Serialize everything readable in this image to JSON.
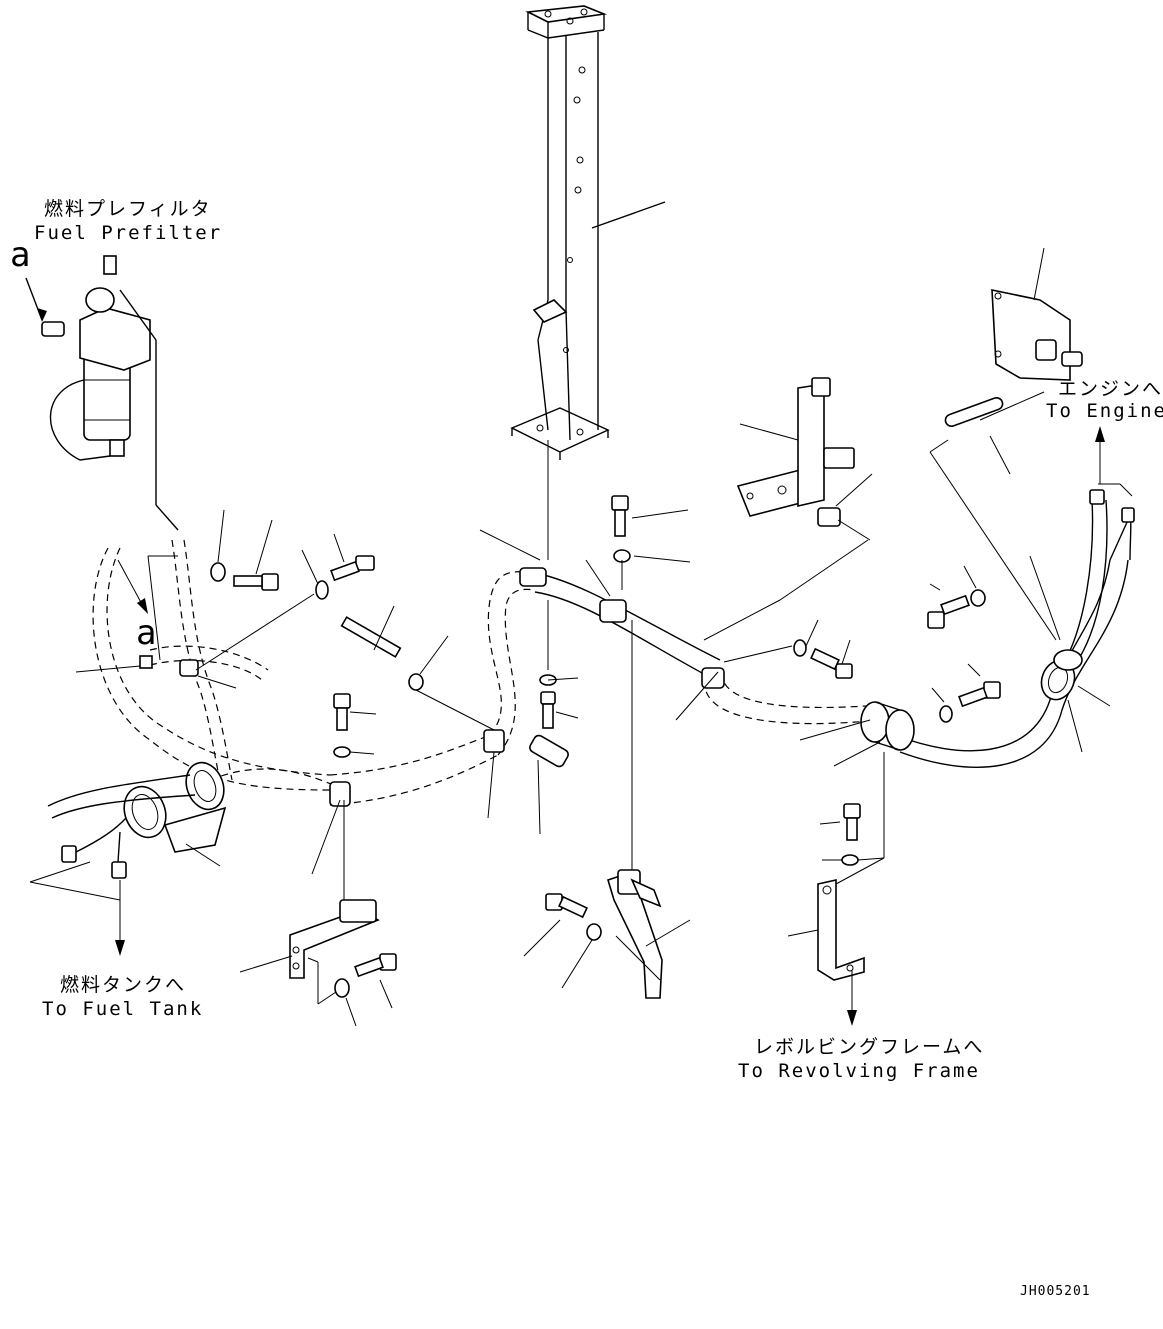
{
  "labels": {
    "fuel_prefilter_jp": "燃料プレフィルタ",
    "fuel_prefilter_en": "Fuel Prefilter",
    "to_engine_jp": "エンジンへ",
    "to_engine_en": "To Engine",
    "to_fuel_tank_jp": "燃料タンクへ",
    "to_fuel_tank_en": "To Fuel Tank",
    "to_revolving_frame_jp": "レボルビングフレームへ",
    "to_revolving_frame_en": "To Revolving Frame",
    "ref_a_top": "a",
    "ref_a_bottom": "a",
    "drawing_code": "JH005201"
  },
  "icons": {
    "arrow": "arrow-icon"
  }
}
